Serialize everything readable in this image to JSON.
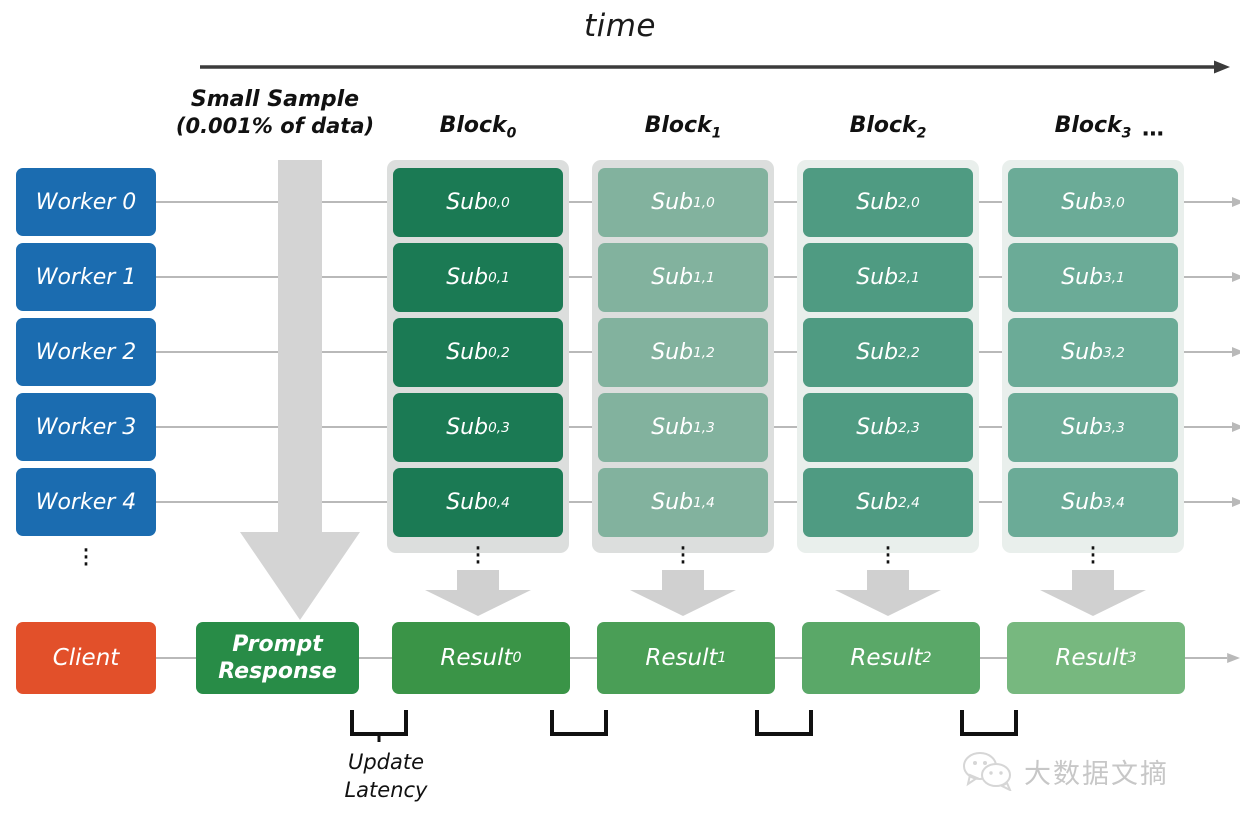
{
  "title": "Streaming block-wise distributed query execution timeline",
  "header": {
    "time_label": "time",
    "time_arrow_icon": "right-arrow-icon"
  },
  "colors": {
    "worker": "#1b6cb0",
    "client": "#e2502a",
    "prompt": "#288c47",
    "block_fills": [
      "#1b7a54",
      "#29866181",
      "#4f9b82",
      "#6bab97"
    ],
    "result_fills": [
      "#3a9447",
      "#4a9e56",
      "#5aa868",
      "#77b87f"
    ],
    "connector": "#b9b9b9",
    "arrow_gray": "#d0d0d0",
    "text_dark": "#111111"
  },
  "columns": {
    "sample": {
      "line1": "Small Sample",
      "line2": "(0.001% of data)"
    },
    "blocks": [
      {
        "label": "Block",
        "sub": "0"
      },
      {
        "label": "Block",
        "sub": "1"
      },
      {
        "label": "Block",
        "sub": "2"
      },
      {
        "label": "Block",
        "sub": "3"
      }
    ],
    "trailing_ellipsis": "⋯"
  },
  "workers": [
    {
      "label": "Worker 0"
    },
    {
      "label": "Worker 1"
    },
    {
      "label": "Worker 2"
    },
    {
      "label": "Worker 3"
    },
    {
      "label": "Worker 4"
    }
  ],
  "worker_ellipsis": "⋮",
  "subtasks": [
    [
      {
        "label": "Sub",
        "sub": "0,0"
      },
      {
        "label": "Sub",
        "sub": "0,1"
      },
      {
        "label": "Sub",
        "sub": "0,2"
      },
      {
        "label": "Sub",
        "sub": "0,3"
      },
      {
        "label": "Sub",
        "sub": "0,4"
      }
    ],
    [
      {
        "label": "Sub",
        "sub": "1,0"
      },
      {
        "label": "Sub",
        "sub": "1,1"
      },
      {
        "label": "Sub",
        "sub": "1,2"
      },
      {
        "label": "Sub",
        "sub": "1,3"
      },
      {
        "label": "Sub",
        "sub": "1,4"
      }
    ],
    [
      {
        "label": "Sub",
        "sub": "2,0"
      },
      {
        "label": "Sub",
        "sub": "2,1"
      },
      {
        "label": "Sub",
        "sub": "2,2"
      },
      {
        "label": "Sub",
        "sub": "2,3"
      },
      {
        "label": "Sub",
        "sub": "2,4"
      }
    ],
    [
      {
        "label": "Sub",
        "sub": "3,0"
      },
      {
        "label": "Sub",
        "sub": "3,1"
      },
      {
        "label": "Sub",
        "sub": "3,2"
      },
      {
        "label": "Sub",
        "sub": "3,3"
      },
      {
        "label": "Sub",
        "sub": "3,4"
      }
    ]
  ],
  "bottom_row": {
    "client": "Client",
    "prompt_line1": "Prompt",
    "prompt_line2": "Response",
    "results": [
      {
        "label": "Result",
        "sub": "0"
      },
      {
        "label": "Result",
        "sub": "1"
      },
      {
        "label": "Result",
        "sub": "2"
      },
      {
        "label": "Result",
        "sub": "3"
      }
    ]
  },
  "annotations": {
    "latency_line1": "Update",
    "latency_line2": "Latency",
    "bracket_count": 4
  },
  "watermark": {
    "text": "大数据文摘",
    "icon": "wechat-icon"
  }
}
